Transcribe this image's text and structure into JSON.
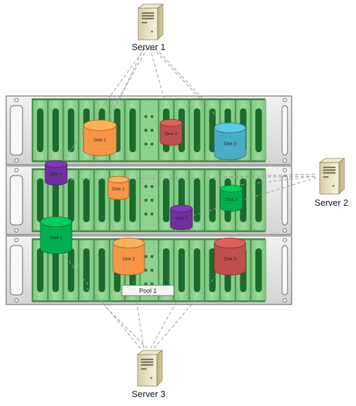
{
  "servers": {
    "server1": {
      "label": "Server 1"
    },
    "server2": {
      "label": "Server 2"
    },
    "server3": {
      "label": "Server 3"
    }
  },
  "pool": {
    "label": "Pool 1"
  },
  "disks": {
    "top_disk1": {
      "label": "Disk 1",
      "color": "#f79646"
    },
    "top_disk2": {
      "label": "Disk 2",
      "color": "#c0504d"
    },
    "top_disk3": {
      "label": "Disk 3",
      "color": "#4bacc6"
    },
    "mid_disk4": {
      "label": "Disk 4",
      "color": "#7030a0"
    },
    "mid_disk1": {
      "label": "Disk 1",
      "color": "#f79646"
    },
    "mid_disk2": {
      "label": "Disk 2",
      "color": "#7030a0"
    },
    "mid_disk3": {
      "label": "Disk 3",
      "color": "#00b050"
    },
    "bot_disk1": {
      "label": "Disk 1",
      "color": "#00b050"
    },
    "bot_disk2": {
      "label": "Disk 2",
      "color": "#f79646"
    },
    "bot_disk3": {
      "label": "Disk 3",
      "color": "#c0504d"
    }
  },
  "colors": {
    "chassis": "#e4e4e4",
    "drive_bay_light": "#8fd18f",
    "drive_bay_dark": "#1b6b2c",
    "connector_line": "#999999"
  }
}
